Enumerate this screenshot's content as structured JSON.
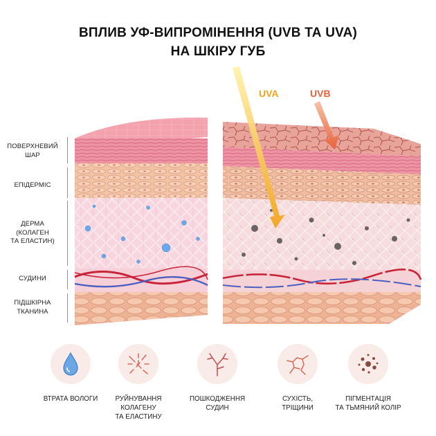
{
  "title": {
    "line1": "ВПЛИВ УФ-ВИПРОМІНЕННЯ (UVB ТА UVA)",
    "line2": "НА ШКІРУ ГУБ"
  },
  "uv": {
    "uva_label": "UVA",
    "uvb_label": "UVB",
    "uva_color": "#f2a51f",
    "uvb_color": "#e8623a"
  },
  "layers": [
    {
      "lines": [
        "ПОВЕРХНЕВИЙ",
        "ШАР"
      ]
    },
    {
      "lines": [
        "ЕПІДЕРМІС"
      ]
    },
    {
      "lines": [
        "ДЕРМА",
        "(КОЛАГЕН",
        "ТА ЕЛАСТИН)"
      ]
    },
    {
      "lines": [
        "СУДИНИ"
      ]
    },
    {
      "lines": [
        "ПІДШКІРНА",
        "ТКАНИНА"
      ]
    }
  ],
  "effects": [
    {
      "icon": "water-drop-icon",
      "lines": [
        "ВТРАТА ВОЛОГИ"
      ]
    },
    {
      "icon": "broken-fibers-icon",
      "lines": [
        "РУЙНУВАННЯ",
        "КОЛАГЕНУ",
        "ТА ЕЛАСТИНУ"
      ]
    },
    {
      "icon": "damaged-vessels-icon",
      "lines": [
        "ПОШКОДЖЕННЯ",
        "СУДИН"
      ]
    },
    {
      "icon": "cracks-icon",
      "lines": [
        "СУХІСТЬ,",
        "ТРІЩИНИ"
      ]
    },
    {
      "icon": "pigment-dots-icon",
      "lines": [
        "ПІГМЕНТАЦІЯ",
        "ТА ТЬМЯНИЙ КОЛІР"
      ]
    }
  ],
  "colors": {
    "skin_top": "#f09aa6",
    "epidermis": "#f3c3a6",
    "dermis": "#f7d3dc",
    "subcutis": "#f2bc9e",
    "vessel_red": "#c8243a",
    "vessel_blue": "#4a5fbf",
    "icon_accent": "#d86a56"
  }
}
